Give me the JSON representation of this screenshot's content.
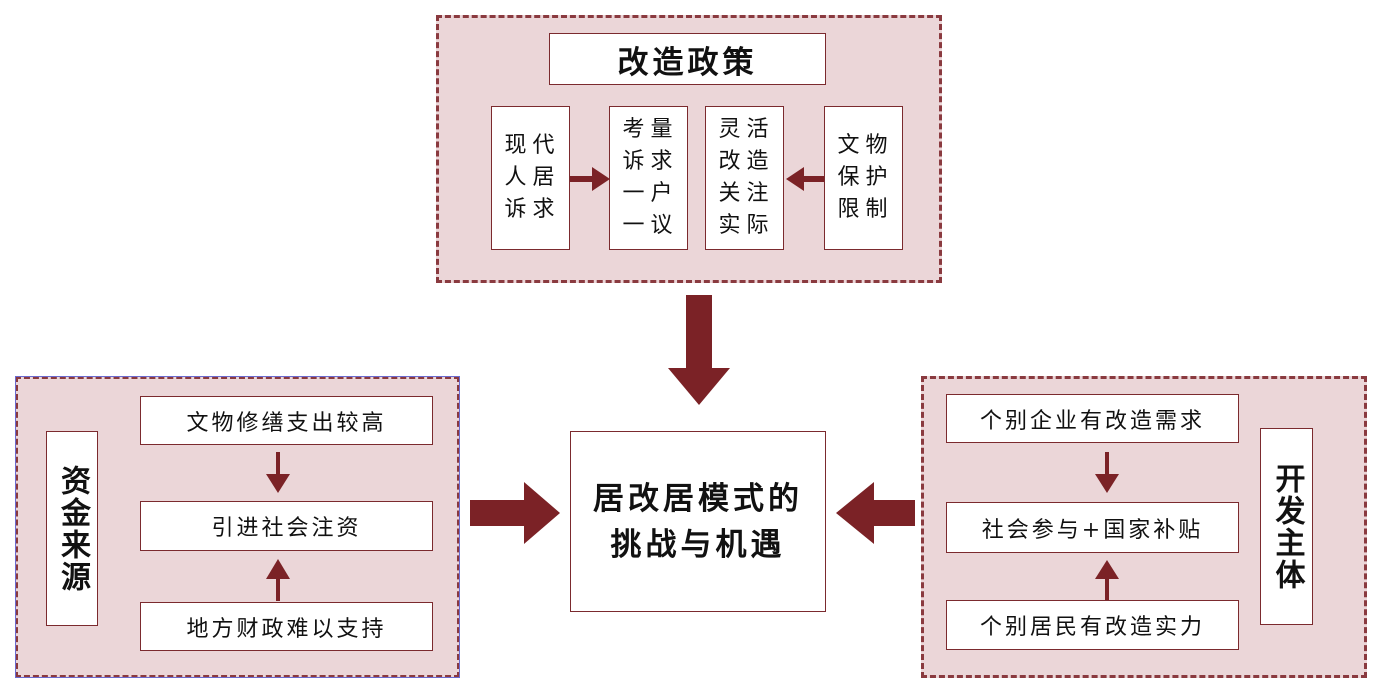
{
  "top_panel": {
    "title": "改造政策",
    "items": [
      {
        "text": "现代\n人居\n诉求"
      },
      {
        "text": "考量\n诉求\n一户\n一议"
      },
      {
        "text": "灵活\n改造\n关注\n实际"
      },
      {
        "text": "文物\n保护\n限制"
      }
    ]
  },
  "left_panel": {
    "title": "资金来源",
    "items": [
      {
        "text": "文物修缮支出较高"
      },
      {
        "text": "引进社会注资"
      },
      {
        "text": "地方财政难以支持"
      }
    ]
  },
  "right_panel": {
    "title": "开发主体",
    "items": [
      {
        "text": "个别企业有改造需求"
      },
      {
        "text": "社会参与+国家补贴"
      },
      {
        "text": "个别居民有改造实力"
      }
    ]
  },
  "center": {
    "text": "居改居模式的\n挑战与机遇"
  },
  "colors": {
    "panel_fill": "#ebd6d8",
    "panel_border": "#8a3a3f",
    "arrow": "#7b2226",
    "box_border": "#7b2a2e"
  }
}
